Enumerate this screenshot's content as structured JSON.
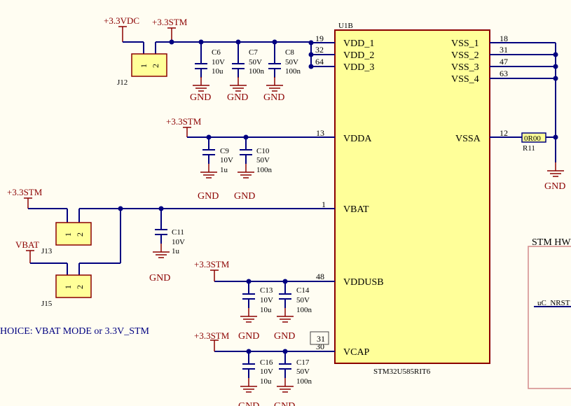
{
  "ic": {
    "ref": "U1B",
    "part": "STM32U585RIT6",
    "left_pins": [
      {
        "num": "19",
        "name": "VDD_1"
      },
      {
        "num": "32",
        "name": "VDD_2"
      },
      {
        "num": "64",
        "name": "VDD_3"
      },
      {
        "num": "13",
        "name": "VDDA"
      },
      {
        "num": "1",
        "name": "VBAT"
      },
      {
        "num": "48",
        "name": "VDDUSB"
      },
      {
        "num": "30",
        "name": "VCAP"
      }
    ],
    "right_pins": [
      {
        "num": "18",
        "name": "VSS_1"
      },
      {
        "num": "31",
        "name": "VSS_2"
      },
      {
        "num": "47",
        "name": "VSS_3"
      },
      {
        "num": "63",
        "name": "VSS_4"
      },
      {
        "num": "12",
        "name": "VSSA"
      }
    ],
    "vcap_tag": "31"
  },
  "power": {
    "vdc": "+3.3VDC",
    "stm": "+3.3STM",
    "vbat": "VBAT",
    "gnd": "GND"
  },
  "caps": [
    {
      "ref": "C6",
      "volt": "10V",
      "value": "10u"
    },
    {
      "ref": "C7",
      "volt": "50V",
      "value": "100n"
    },
    {
      "ref": "C8",
      "volt": "50V",
      "value": "100n"
    },
    {
      "ref": "C9",
      "volt": "10V",
      "value": "1u"
    },
    {
      "ref": "C10",
      "volt": "50V",
      "value": "100n"
    },
    {
      "ref": "C11",
      "volt": "10V",
      "value": "1u"
    },
    {
      "ref": "C13",
      "volt": "10V",
      "value": "10u"
    },
    {
      "ref": "C14",
      "volt": "50V",
      "value": "100n"
    },
    {
      "ref": "C16",
      "volt": "10V",
      "value": "10u"
    },
    {
      "ref": "C17",
      "volt": "50V",
      "value": "100n"
    }
  ],
  "resistor": {
    "ref": "R11",
    "value": "0R00"
  },
  "jumpers": {
    "j12": "J12",
    "j13": "J13",
    "j15": "J15",
    "pin1": "1",
    "pin2": "2"
  },
  "notes": {
    "choice": "HOICE: VBAT MODE or 3.3V_STM",
    "stm_hw": "STM HW",
    "nrst": "uC_NRST"
  },
  "colors": {
    "wire": "#000080",
    "power": "#8b0000",
    "ic_body": "#ffff99",
    "ic_border": "#8b0000"
  }
}
